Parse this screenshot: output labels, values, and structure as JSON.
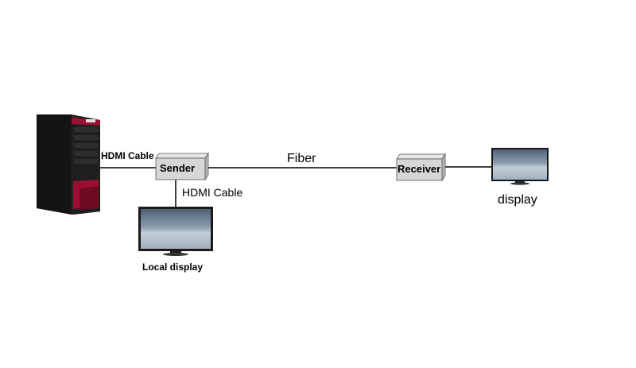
{
  "labels": {
    "hdmi_cable_top": "HDMI Cable",
    "hdmi_cable_bottom": "HDMI Cable",
    "fiber": "Fiber",
    "sender": "Sender",
    "receiver": "Receiver",
    "local_display": "Local display",
    "display": "display"
  },
  "colors": {
    "tower_body": "#1c1c1c",
    "tower_accent": "#9b1030",
    "box_front": "#d6d6d6",
    "box_top": "#e6e6e6",
    "box_side": "#b8b8b8",
    "line": "#000000",
    "screen_top": "#5d6f80",
    "screen_bottom": "#b9c7d2"
  },
  "icons": {
    "pc": "pc-tower-icon",
    "monitor": "monitor-icon"
  }
}
